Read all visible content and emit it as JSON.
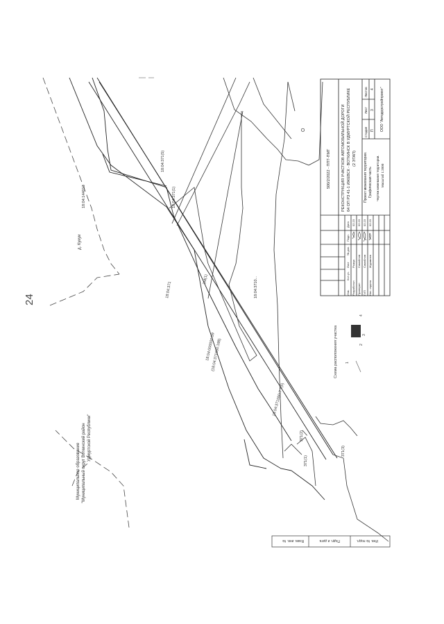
{
  "page_number": "24",
  "map": {
    "village": "д. Кукуи",
    "parcel_top": "18:04:144013",
    "municipality_line1": "Муниципальное образование",
    "municipality_line2": "\"Муниципальный округ Воткинский район",
    "municipality_line3": "Удмуртской Республики\"",
    "labels": {
      "l1": "18:04:371(5)",
      "l2": "18:04:371(1)",
      "l3": "18:04:371",
      "l4": "ЗМ(1)",
      "l5": "18:04:000000:59",
      "l6": "(18:04:371050:188)",
      "l7": "18:04:3710...",
      "l8": "18:04:371050:7 1(5)",
      "l9": "371(2)",
      "l10": "371(1)",
      "l11": "371(3)",
      "l12": "О"
    }
  },
  "title_block": {
    "doc_code": "500/2/2022 - ППТ-ПМТ",
    "project_title_1": "РЕКОНСТРУКЦИЯ УЧАСТКОВ АВТОМОБИЛЬНОЙ ДОРОГИ",
    "project_title_2": "64 ОП РЗ 41-1 ИЖЕВСК - ВОТКИНСК В УДМУРТСКОЙ РЕСПУБЛИКЕ",
    "project_title_3": "(2 ЭТАП)",
    "section_1": "Проект межевания территории.",
    "section_2": "Графическая часть",
    "sheet_title_1": "Чертеж межевания территории.",
    "sheet_title_2": "Масштаб 1:2000",
    "company": "ООО \"Автодорстройпроект\"",
    "header_cols": [
      "Изм.",
      "Кол.уч.",
      "Лист",
      "№ док.",
      "Подп.",
      "Дата"
    ],
    "roles": [
      "Разработал",
      "Проверил",
      "ГИП",
      "Нач. отдела"
    ],
    "names": [
      "Рыжук",
      "Самойлов",
      "Самойлов",
      "Журавлев"
    ],
    "dates": [
      "02.23",
      "02.23",
      "02.23",
      "02.23"
    ],
    "stage_headers": [
      "Стадия",
      "Лист",
      "Листов"
    ],
    "stage_values": [
      "П",
      "3",
      "4"
    ]
  },
  "location_scheme": {
    "title": "Схема расположения участка",
    "numbers": [
      "1",
      "2",
      "3",
      "4"
    ]
  },
  "margin_stamp": {
    "inv_podl": "Инв. № подл.",
    "sign_date": "Подп. и дата",
    "vzam_inv": "Взам. инв. №"
  }
}
